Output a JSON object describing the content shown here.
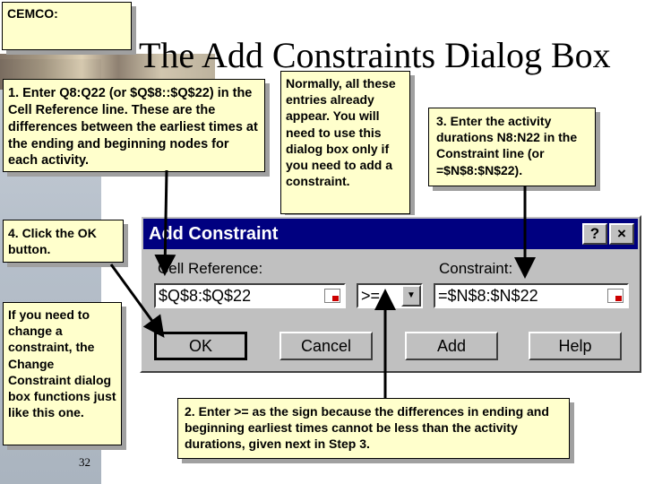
{
  "slide": {
    "header_label": "CEMCO:",
    "title": "The Add Constraints Dialog Box",
    "page_number": "32"
  },
  "callouts": {
    "step1": "1. Enter Q8:Q22 (or $Q$8::$Q$22) in the Cell Reference line.  These are the differences between the earliest times at the ending and beginning nodes for each activity.",
    "normally": "Normally, all these entries already appear.  You will need to use this dialog box only if you need to add a constraint.",
    "step3": "3.  Enter the activity durations N8:N22 in the Constraint line (or =$N$8:$N$22).",
    "step4": "4.  Click the OK button.",
    "change": "If you need to change a constraint, the Change Constraint dialog box functions just like this one.",
    "step2": "2.  Enter >= as the sign because the differences in ending and beginning earliest times cannot be less than the activity durations, given next in Step 3."
  },
  "dialog": {
    "title": "Add Constraint",
    "help_button": "?",
    "close_button": "×",
    "cell_reference_label": "Cell Reference:",
    "cell_reference_value": "$Q$8:$Q$22",
    "operator_value": ">=",
    "constraint_label": "Constraint:",
    "constraint_value": "=$N$8:$N$22",
    "buttons": {
      "ok": "OK",
      "cancel": "Cancel",
      "add": "Add",
      "help": "Help"
    }
  }
}
